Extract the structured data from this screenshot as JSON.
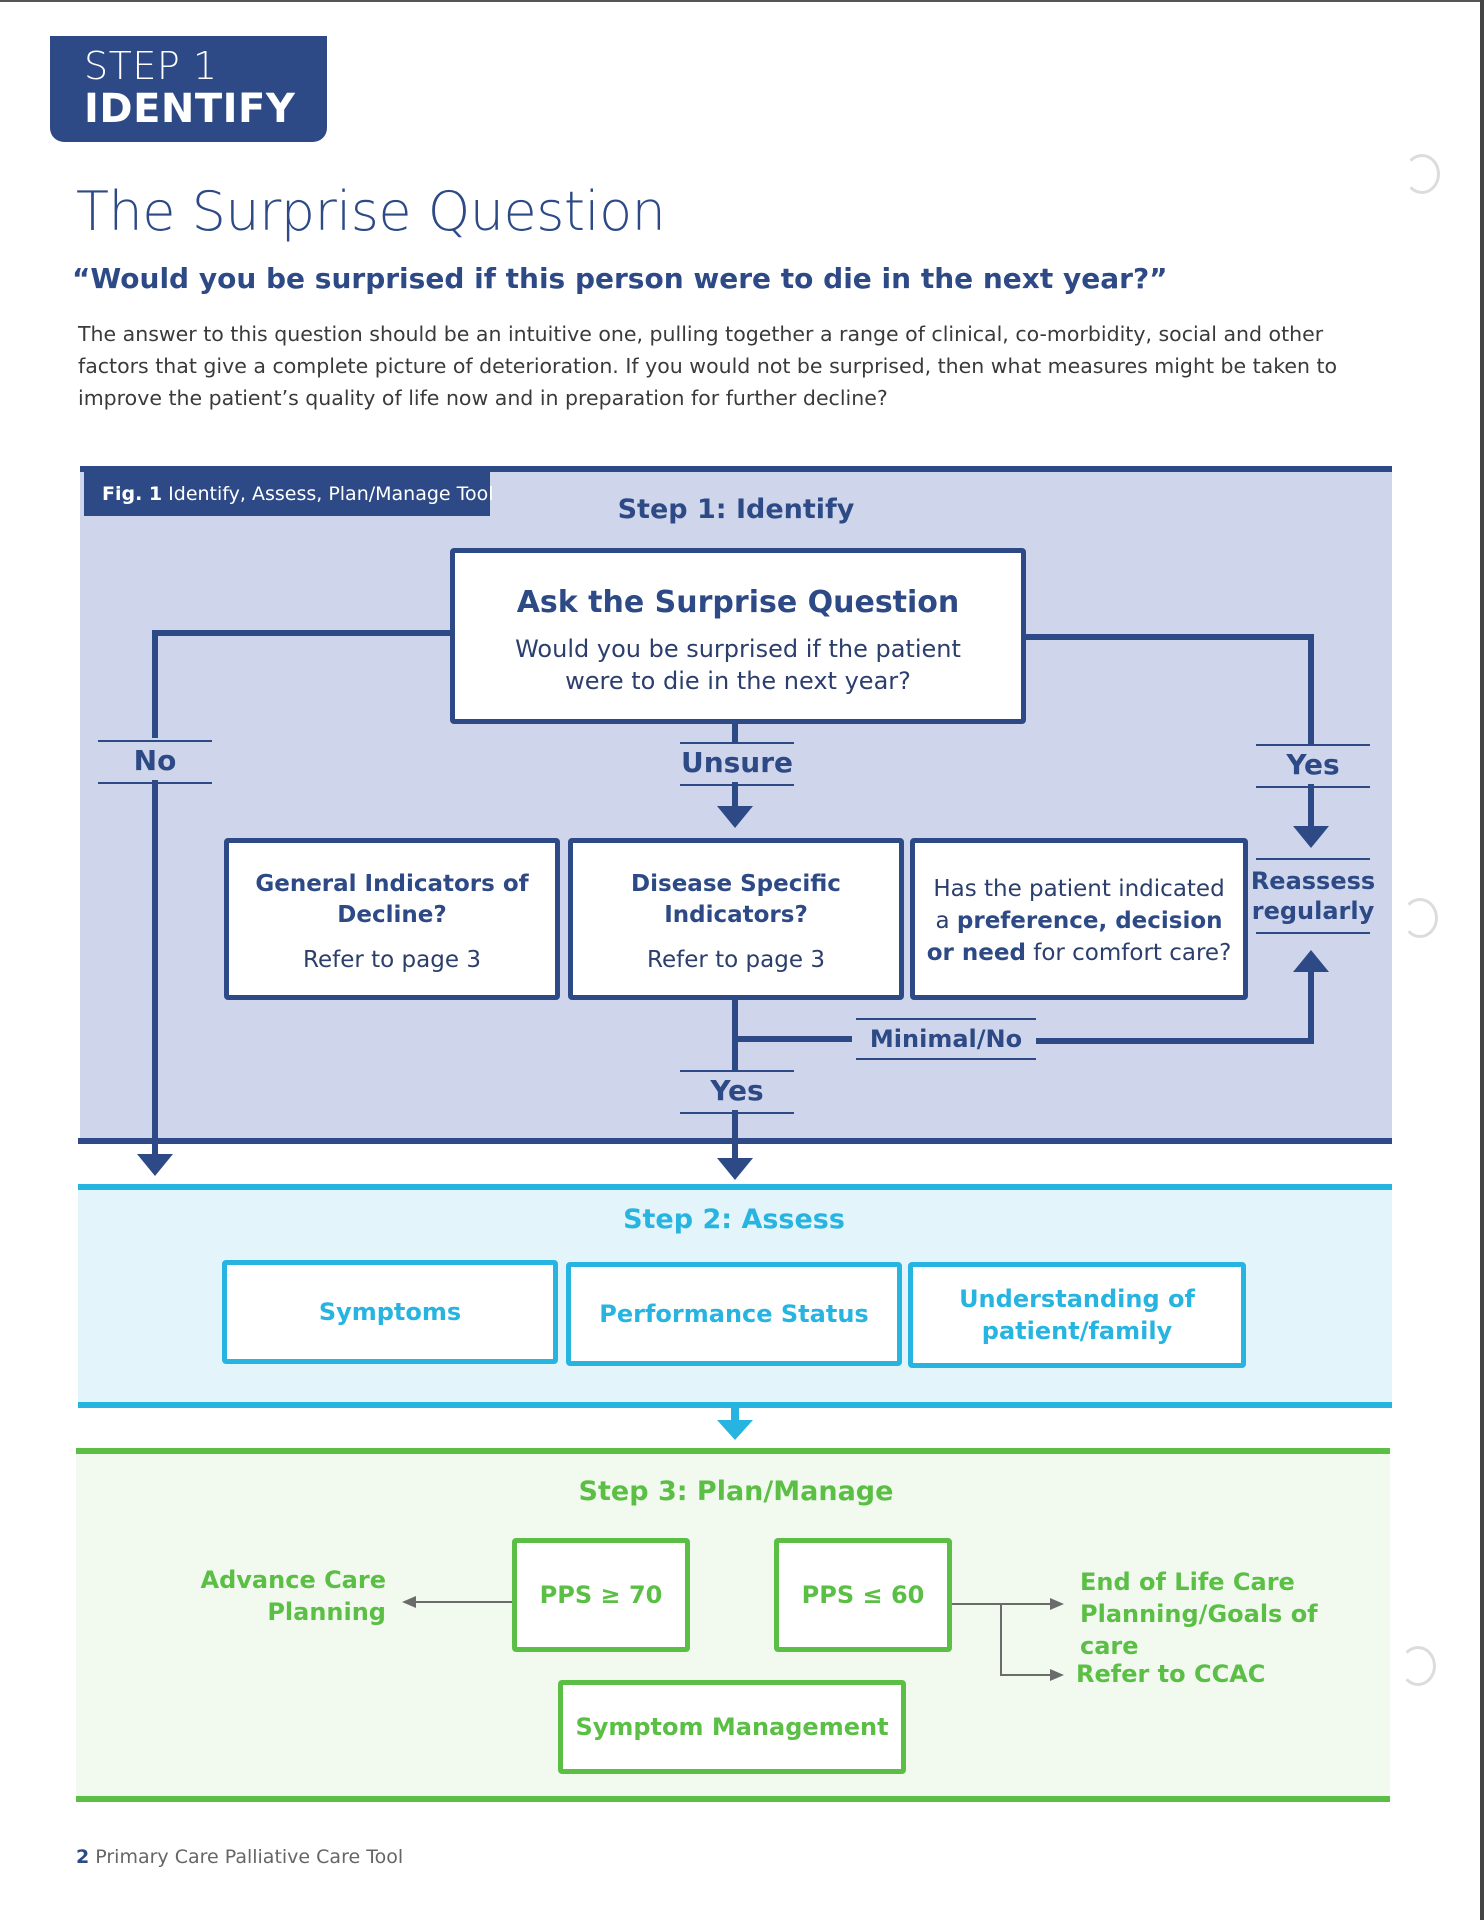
{
  "header": {
    "step_label": "STEP 1",
    "step_name": "IDENTIFY"
  },
  "title": "The Surprise Question",
  "question": "“Would you be surprised if this person were to die in the next year?”",
  "intro": "The answer to this question should be an intuitive one, pulling together a range of clinical, co-morbidity, social and other factors that give a complete picture of deterioration. If you would not be surprised, then what measures might be taken to improve the patient’s quality of life now and in preparation for further decline?",
  "figure": {
    "fig_number": "Fig. 1",
    "fig_caption": "Identify, Assess, Plan/Manage Tool",
    "step1": {
      "heading": "Step 1: Identify",
      "question_box": {
        "title": "Ask the Surprise Question",
        "text": "Would you be surprised if the patient were to die in the next year?"
      },
      "label_no": "No",
      "label_unsure": "Unsure",
      "label_yes_right": "Yes",
      "label_yes_bottom": "Yes",
      "label_minimal": "Minimal/No",
      "reassess": "Reassess regularly",
      "general": {
        "title": "General Indicators of Decline?",
        "ref": "Refer to page 3"
      },
      "disease": {
        "title": "Disease Specific Indicators?",
        "ref": "Refer to page 3"
      },
      "preference": {
        "pre": "Has the patient indicated a",
        "bold": "preference, decision or need",
        "post": "for comfort care?"
      }
    },
    "step2": {
      "heading": "Step 2: Assess",
      "boxes": [
        "Symptoms",
        "Performance Status",
        "Understanding of patient/family"
      ]
    },
    "step3": {
      "heading": "Step 3: Plan/Manage",
      "pps_high": "PPS ≥ 70",
      "pps_low": "PPS ≤ 60",
      "advance_care": "Advance Care Planning",
      "end_of_life": "End of Life Care Planning/Goals of care",
      "refer_ccac": "Refer to CCAC",
      "symptom_mgmt": "Symptom Management"
    }
  },
  "footer": {
    "page_number": "2",
    "doc_title": "Primary Care Palliative Care Tool"
  },
  "colors": {
    "navy": "#2d4a86",
    "cyan": "#27b4e0",
    "green": "#5bbf45",
    "band1": "#cfd6eb"
  }
}
